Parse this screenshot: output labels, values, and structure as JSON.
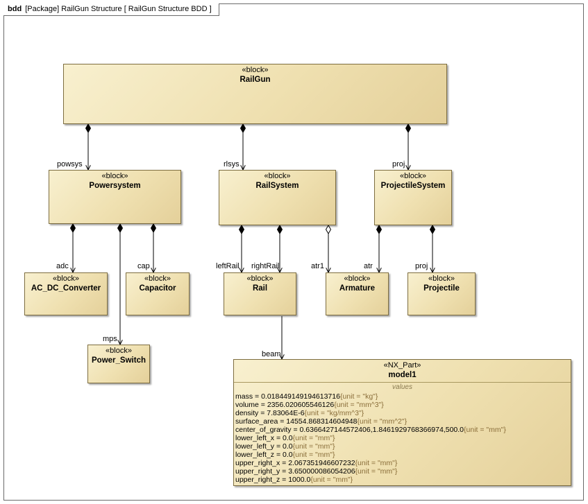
{
  "frame": {
    "kind": "bdd",
    "label": "[Package] RailGun Structure [ RailGun Structure BDD ]"
  },
  "blocks": {
    "railgun": {
      "stereotype": "«block»",
      "name": "RailGun"
    },
    "powersystem": {
      "stereotype": "«block»",
      "name": "Powersystem"
    },
    "railsystem": {
      "stereotype": "«block»",
      "name": "RailSystem"
    },
    "projectilesystem": {
      "stereotype": "«block»",
      "name": "ProjectileSystem"
    },
    "acdc": {
      "stereotype": "«block»",
      "name": "AC_DC_Converter"
    },
    "capacitor": {
      "stereotype": "«block»",
      "name": "Capacitor"
    },
    "power_switch": {
      "stereotype": "«block»",
      "name": "Power_Switch"
    },
    "rail": {
      "stereotype": "«block»",
      "name": "Rail"
    },
    "armature": {
      "stereotype": "«block»",
      "name": "Armature"
    },
    "projectile": {
      "stereotype": "«block»",
      "name": "Projectile"
    }
  },
  "part": {
    "stereotype": "«NX_Part»",
    "name": "model1",
    "compartment": "values",
    "values": [
      {
        "name": "mass",
        "value": "0.018449149194613716",
        "unit": "{unit = \"kg\"}"
      },
      {
        "name": "volume",
        "value": "2356.020605546126",
        "unit": "{unit = \"mm^3\"}"
      },
      {
        "name": "density",
        "value": "7.83064E-6",
        "unit": "{unit = \"kg/mm^3\"}"
      },
      {
        "name": "surface_area",
        "value": "14554.868314604948",
        "unit": "{unit = \"mm^2\"}"
      },
      {
        "name": "center_of_gravity",
        "value": "0.6366427144572406,1.8461929768366974,500.0",
        "unit": "{unit = \"mm\"}"
      },
      {
        "name": "lower_left_x",
        "value": "0.0",
        "unit": "{unit = \"mm\"}"
      },
      {
        "name": "lower_left_y",
        "value": "0.0",
        "unit": "{unit = \"mm\"}"
      },
      {
        "name": "lower_left_z",
        "value": "0.0",
        "unit": "{unit = \"mm\"}"
      },
      {
        "name": "upper_right_x",
        "value": "2.067351946607232",
        "unit": "{unit = \"mm\"}"
      },
      {
        "name": "upper_right_y",
        "value": "3.650000086054206",
        "unit": "{unit = \"mm\"}"
      },
      {
        "name": "upper_right_z",
        "value": "1000.0",
        "unit": "{unit = \"mm\"}"
      }
    ]
  },
  "roles": {
    "powsys": "powsys",
    "rlsys": "rlsys",
    "proj_top": "proj",
    "adc": "adc",
    "cap": "cap",
    "mps": "mps",
    "leftRail": "leftRail",
    "rightRail": "rightRail",
    "atr1": "atr1",
    "atr": "atr",
    "proj_bottom": "proj",
    "beam": "beam"
  }
}
